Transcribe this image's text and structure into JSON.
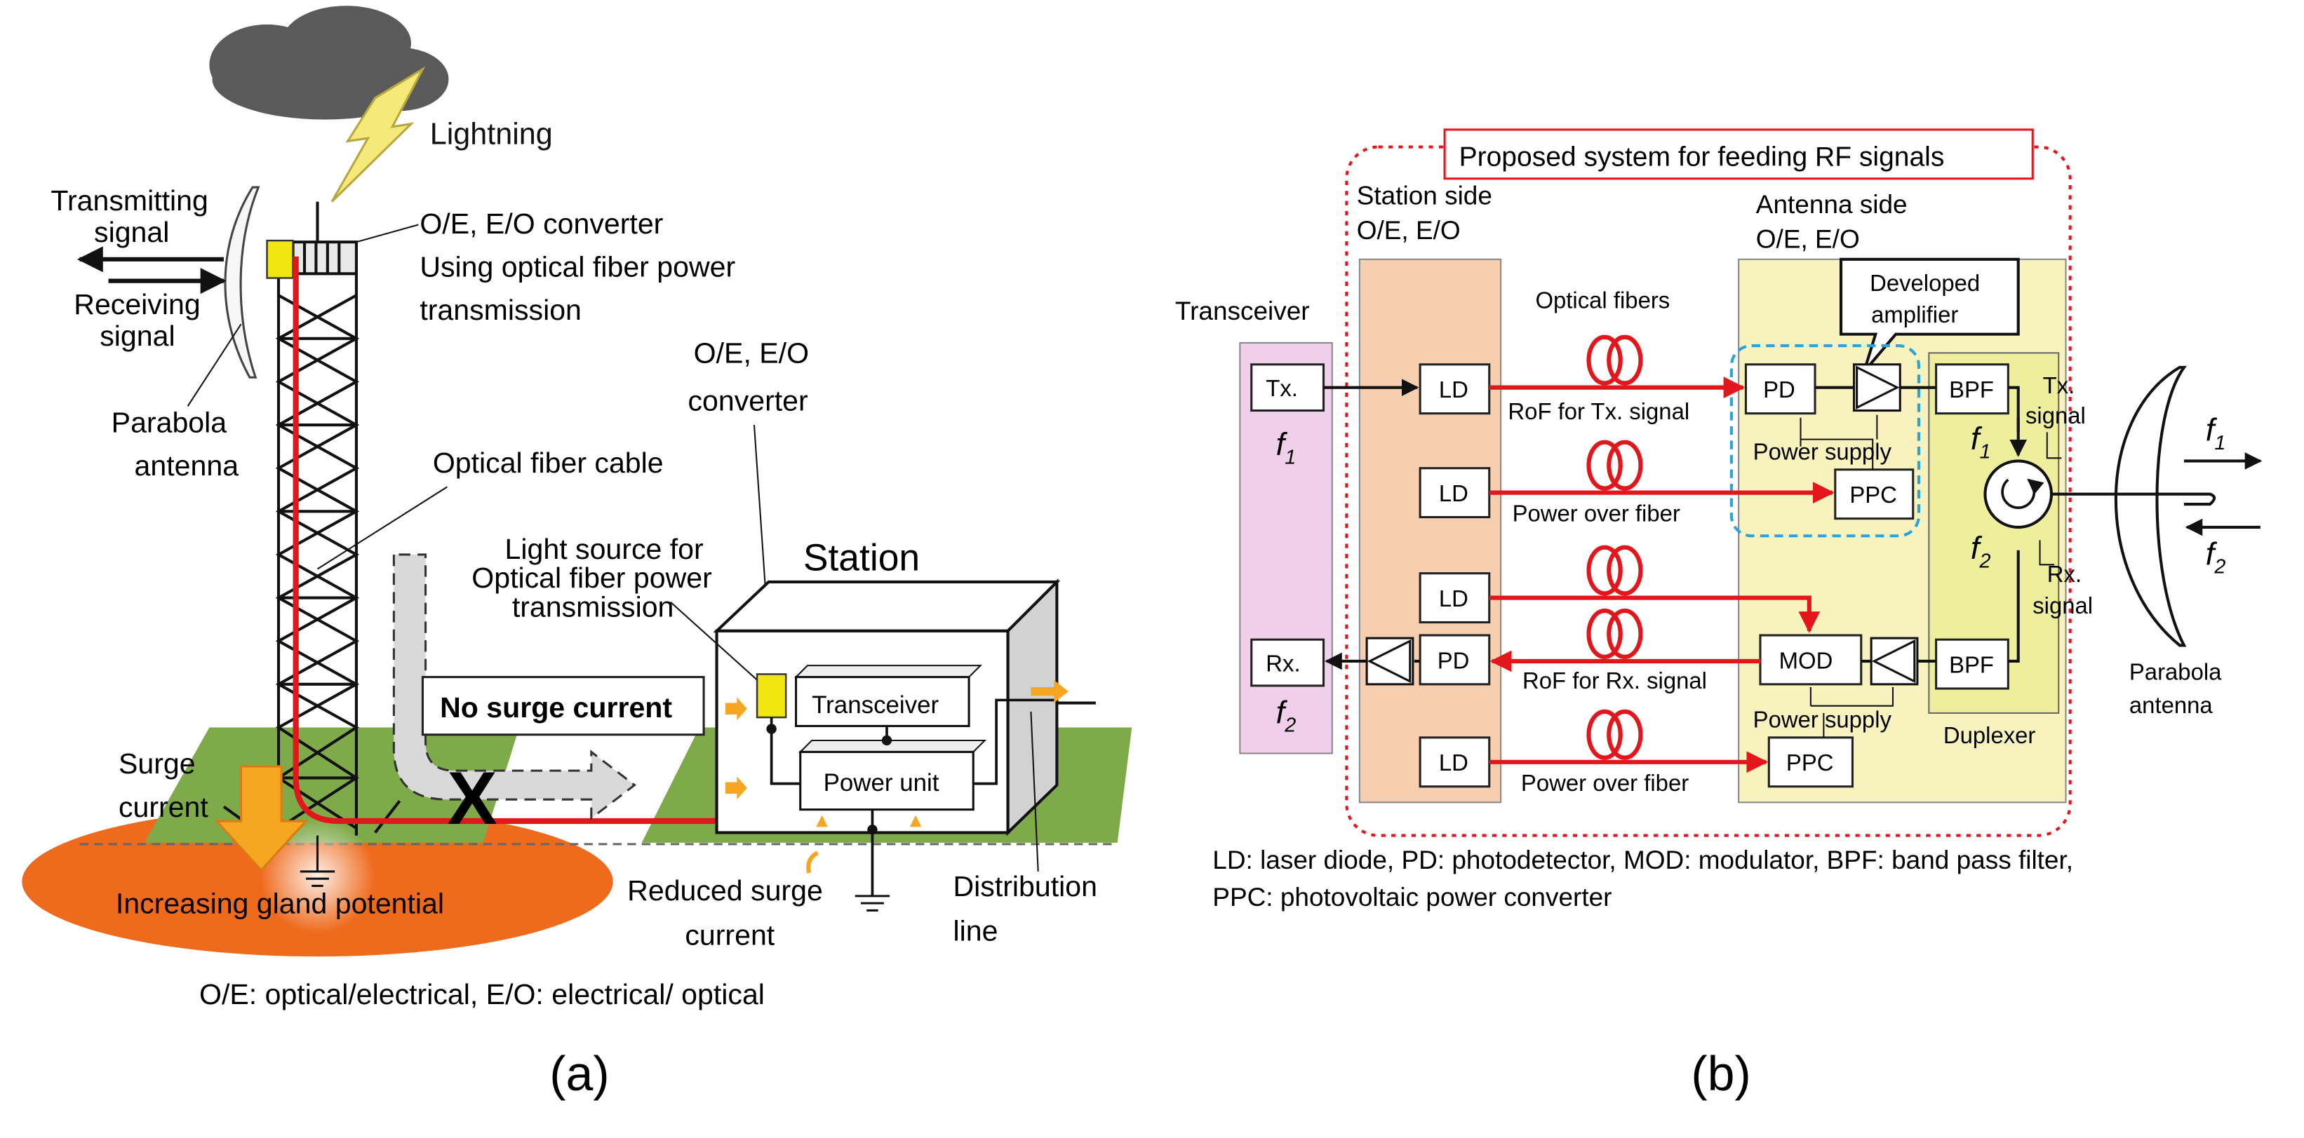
{
  "panel_a": {
    "lightning": "Lightning",
    "transmitting": [
      "Transmitting",
      "signal"
    ],
    "receiving": [
      "Receiving",
      "signal"
    ],
    "converter_top": [
      "O/E, E/O converter",
      "Using optical fiber power",
      "transmission"
    ],
    "converter_station": [
      "O/E, E/O",
      "converter"
    ],
    "parabola": [
      "Parabola",
      "antenna"
    ],
    "fiber_cable": "Optical fiber cable",
    "light_source": [
      "Light source for",
      "Optical fiber power",
      "transmission"
    ],
    "station": "Station",
    "no_surge": "No surge current",
    "surge": [
      "Surge",
      "current"
    ],
    "transceiver": "Transceiver",
    "power_unit": "Power unit",
    "gland": "Increasing gland potential",
    "reduced": [
      "Reduced surge",
      "current"
    ],
    "distribution": [
      "Distribution",
      "line"
    ],
    "x_mark": "X",
    "footnote": "O/E: optical/electrical,  E/O: electrical/ optical",
    "caption": "(a)"
  },
  "panel_b": {
    "proposed": "Proposed system for feeding RF signals",
    "station_side": [
      "Station side",
      "O/E, E/O"
    ],
    "antenna_side": [
      "Antenna side",
      "O/E, E/O"
    ],
    "transceiver": "Transceiver",
    "optical_fibers": "Optical fibers",
    "developed_amp": [
      "Developed",
      "amplifier"
    ],
    "tx": "Tx.",
    "rx": "Rx.",
    "f1": "f",
    "f1_sub": "1",
    "f2_sub": "2",
    "ld": "LD",
    "pd": "PD",
    "mod": "MOD",
    "bpf": "BPF",
    "ppc": "PPC",
    "rof_tx": "RoF for Tx. signal",
    "rof_rx": "RoF for Rx. signal",
    "power_over_fiber": "Power over fiber",
    "power_supply": "Power supply",
    "tx_signal": [
      "Tx.",
      "signal"
    ],
    "rx_signal": [
      "Rx.",
      "signal"
    ],
    "duplexer": "Duplexer",
    "parabola": [
      "Parabola",
      "antenna"
    ],
    "legend": [
      "LD: laser diode, PD: photodetector, MOD: modulator, BPF: band pass filter,",
      "PPC: photovoltaic power converter"
    ],
    "caption": "(b)"
  }
}
